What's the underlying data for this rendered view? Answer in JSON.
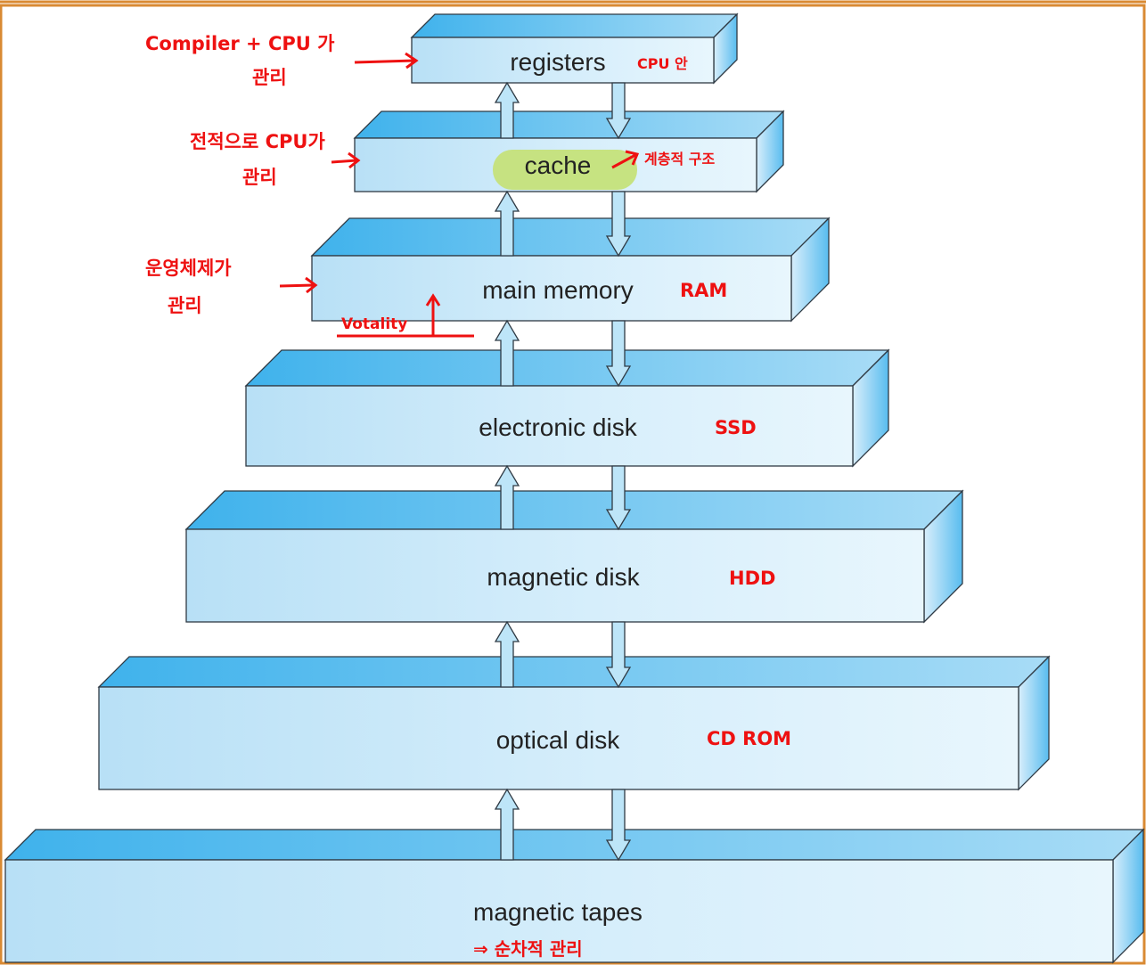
{
  "hierarchy": {
    "levels": [
      {
        "label": "registers",
        "note": "CPU 안"
      },
      {
        "label": "cache",
        "note": "계층적 구조"
      },
      {
        "label": "main memory",
        "note": "RAM"
      },
      {
        "label": "electronic disk",
        "note": "SSD"
      },
      {
        "label": "magnetic disk",
        "note": "HDD"
      },
      {
        "label": "optical disk",
        "note": "CD ROM"
      },
      {
        "label": "magnetic tapes",
        "note": "⇒ 순차적 관리"
      }
    ]
  },
  "annotations": {
    "compiler_line1": "Compiler + CPU 가",
    "compiler_line2": "관리",
    "cache_line1": "전적으로 CPU가",
    "cache_line2": "관리",
    "os_line1": "운영체제가",
    "os_line2": "관리",
    "volatility": "Votality"
  },
  "colors": {
    "box_front": "#bfe3f7",
    "box_top": "#64c1ee",
    "box_side": "#7fcdf2",
    "outline": "#2f3a44",
    "annotation": "#ee1111",
    "highlight": "#c5e27a",
    "frame": "#d98a33"
  }
}
